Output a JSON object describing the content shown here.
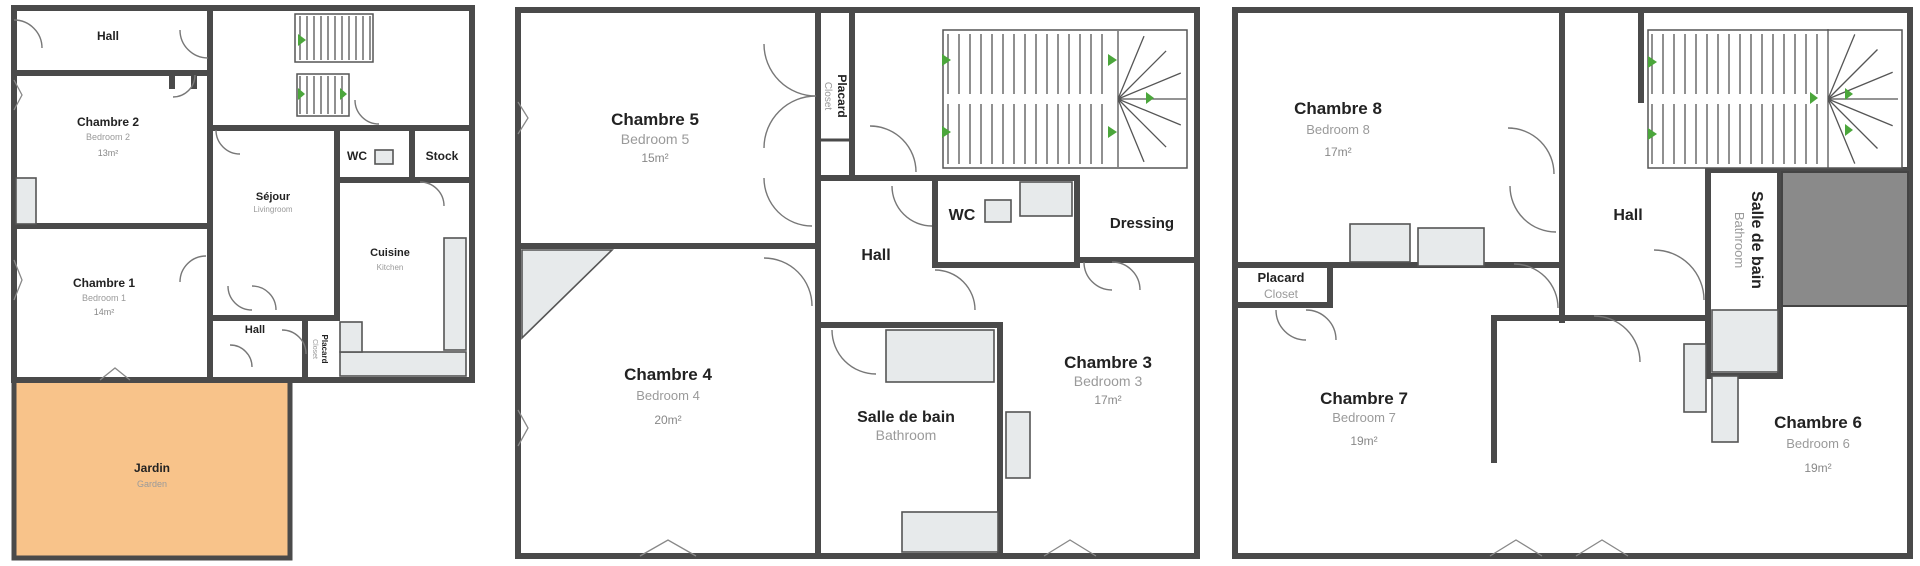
{
  "plan1": {
    "rooms": {
      "hall_top": {
        "fr": "Hall"
      },
      "chambre2": {
        "fr": "Chambre 2",
        "en": "Bedroom 2",
        "area": "13m²"
      },
      "chambre1": {
        "fr": "Chambre 1",
        "en": "Bedroom 1",
        "area": "14m²"
      },
      "sejour": {
        "fr": "Séjour",
        "en": "Livingroom"
      },
      "wc": {
        "fr": "WC"
      },
      "stock": {
        "fr": "Stock"
      },
      "cuisine": {
        "fr": "Cuisine",
        "en": "Kitchen"
      },
      "hall_bottom": {
        "fr": "Hall"
      },
      "placard": {
        "fr": "Placard",
        "en": "Closet"
      },
      "jardin": {
        "fr": "Jardin",
        "en": "Garden"
      }
    },
    "garden_color": "#f8c38a"
  },
  "plan2": {
    "rooms": {
      "chambre5": {
        "fr": "Chambre 5",
        "en": "Bedroom 5",
        "area": "15m²"
      },
      "placard": {
        "fr": "Placard",
        "en": "Closet"
      },
      "wc": {
        "fr": "WC"
      },
      "dressing": {
        "fr": "Dressing"
      },
      "hall": {
        "fr": "Hall"
      },
      "chambre4": {
        "fr": "Chambre 4",
        "en": "Bedroom 4",
        "area": "20m²"
      },
      "salle_de_bain": {
        "fr": "Salle de bain",
        "en": "Bathroom"
      },
      "chambre3": {
        "fr": "Chambre 3",
        "en": "Bedroom 3",
        "area": "17m²"
      }
    }
  },
  "plan3": {
    "rooms": {
      "chambre8": {
        "fr": "Chambre 8",
        "en": "Bedroom 8",
        "area": "17m²"
      },
      "hall": {
        "fr": "Hall"
      },
      "salle_de_bain": {
        "fr": "Salle de bain",
        "en": "Bathroom"
      },
      "placard": {
        "fr": "Placard",
        "en": "Closet"
      },
      "chambre7": {
        "fr": "Chambre 7",
        "en": "Bedroom 7",
        "area": "19m²"
      },
      "chambre6": {
        "fr": "Chambre 6",
        "en": "Bedroom 6",
        "area": "19m²"
      }
    }
  },
  "colors": {
    "wall": "#4a4a4a",
    "stair_arrow": "#4ba63b",
    "fixture": "#e7eaeb",
    "fixture_dark": "#8a8a8a"
  }
}
